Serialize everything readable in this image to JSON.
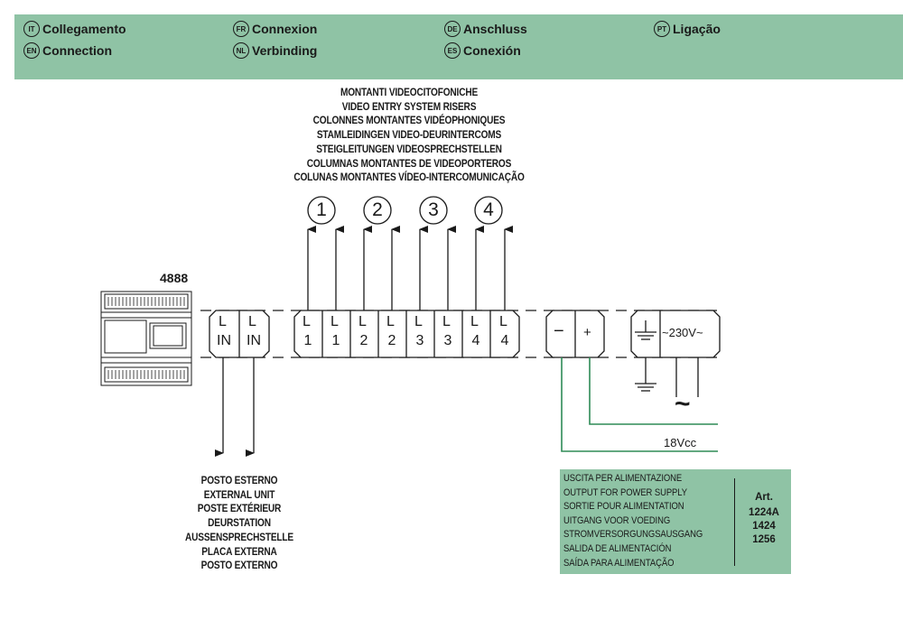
{
  "header": {
    "languages": [
      {
        "code": "IT",
        "label": "Collegamento"
      },
      {
        "code": "FR",
        "label": "Connexion"
      },
      {
        "code": "DE",
        "label": "Anschluss"
      },
      {
        "code": "PT",
        "label": "Ligação"
      },
      {
        "code": "EN",
        "label": "Connection"
      },
      {
        "code": "NL",
        "label": "Verbinding"
      },
      {
        "code": "ES",
        "label": "Conexión"
      }
    ]
  },
  "risers": {
    "lines": [
      "MONTANTI VIDEOCITOFONICHE",
      "VIDEO ENTRY SYSTEM RISERS",
      "COLONNES MONTANTES VIDÉOPHONIQUES",
      "STAMLEIDINGEN VIDEO-DEURINTERCOMS",
      "STEIGLEITUNGEN VIDEOSPRECHSTELLEN",
      "COLUMNAS MONTANTES DE VIDEOPORTEROS",
      "COLUNAS MONTANTES VÍDEO-INTERCOMUNICAÇÃO"
    ],
    "numbers": [
      "1",
      "2",
      "3",
      "4"
    ]
  },
  "device": {
    "model": "4888"
  },
  "terminals": {
    "inputs": [
      {
        "top": "L",
        "bottom": "IN"
      },
      {
        "top": "L",
        "bottom": "IN"
      }
    ],
    "outputs": [
      {
        "top": "L",
        "bottom": "1"
      },
      {
        "top": "L",
        "bottom": "1"
      },
      {
        "top": "L",
        "bottom": "2"
      },
      {
        "top": "L",
        "bottom": "2"
      },
      {
        "top": "L",
        "bottom": "3"
      },
      {
        "top": "L",
        "bottom": "3"
      },
      {
        "top": "L",
        "bottom": "4"
      },
      {
        "top": "L",
        "bottom": "4"
      }
    ],
    "power_minus": "−",
    "power_plus": "+",
    "mains": "~230V~",
    "ac_symbol": "~",
    "dc_label": "18Vcc"
  },
  "external_unit": {
    "lines": [
      "POSTO ESTERNO",
      "EXTERNAL UNIT",
      "POSTE EXTÉRIEUR",
      "DEURSTATION",
      "AUSSENSPRECHSTELLE",
      "PLACA EXTERNA",
      "POSTO EXTERNO"
    ]
  },
  "power_supply": {
    "lines": [
      "USCITA PER ALIMENTAZIONE",
      "OUTPUT FOR POWER SUPPLY",
      "SORTIE POUR ALIMENTATION",
      "UITGANG VOOR VOEDING",
      "STROMVERSORGUNGSAUSGANG",
      "SALIDA DE ALIMENTACIÓN",
      "SAÍDA PARA ALIMENTAÇÃO"
    ],
    "art_label": "Art.",
    "art_numbers": [
      "1224A",
      "1424",
      "1256"
    ]
  },
  "colors": {
    "header_band": "#8fc3a5",
    "wire_green": "#2e8b57",
    "ink": "#1a1a1a"
  }
}
